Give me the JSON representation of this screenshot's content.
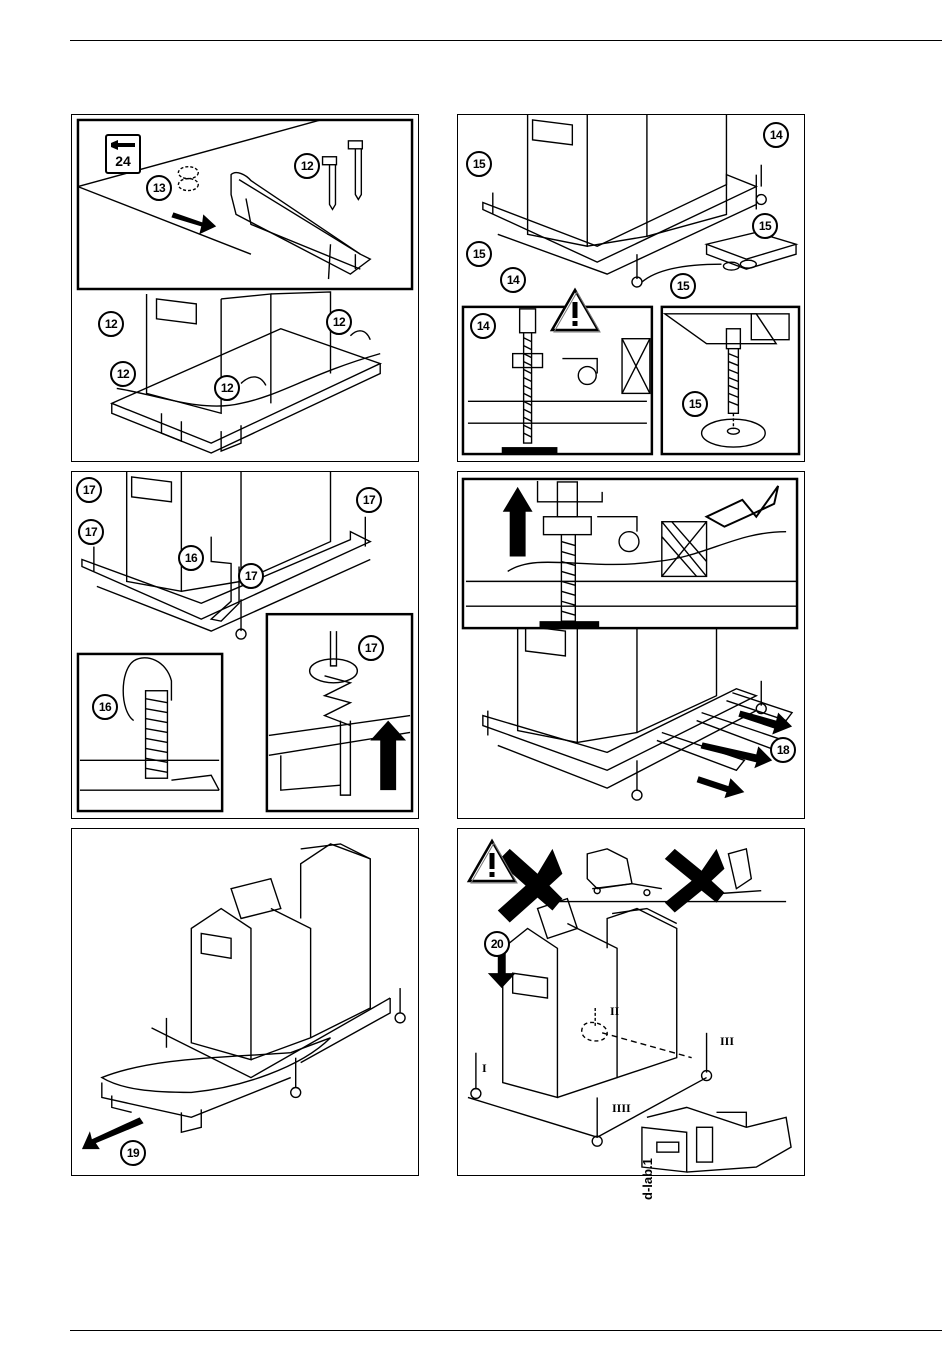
{
  "callouts": {
    "p1_tool_size": "24",
    "p1_a": "13",
    "p1_b": "12",
    "p1_c": "12",
    "p1_d": "12",
    "p1_e": "12",
    "p1_f": "12",
    "p2_a": "15",
    "p2_b": "14",
    "p2_c": "15",
    "p2_d": "15",
    "p2_e": "14",
    "p2_f": "15",
    "p2_g": "14",
    "p2_h": "15",
    "p3_a": "17",
    "p3_b": "17",
    "p3_c": "17",
    "p3_d": "16",
    "p3_e": "17",
    "p3_f": "16",
    "p3_g": "17",
    "p4_a": "18",
    "p5_a": "19",
    "p6_a": "20"
  },
  "roman": {
    "i": "I",
    "ii": "II",
    "iii": "III",
    "iiii": "IIII"
  },
  "brand": "d-lab.1",
  "icons": [
    "wrench-icon",
    "warning-triangle-icon",
    "arrow-icon",
    "cross-icon"
  ]
}
